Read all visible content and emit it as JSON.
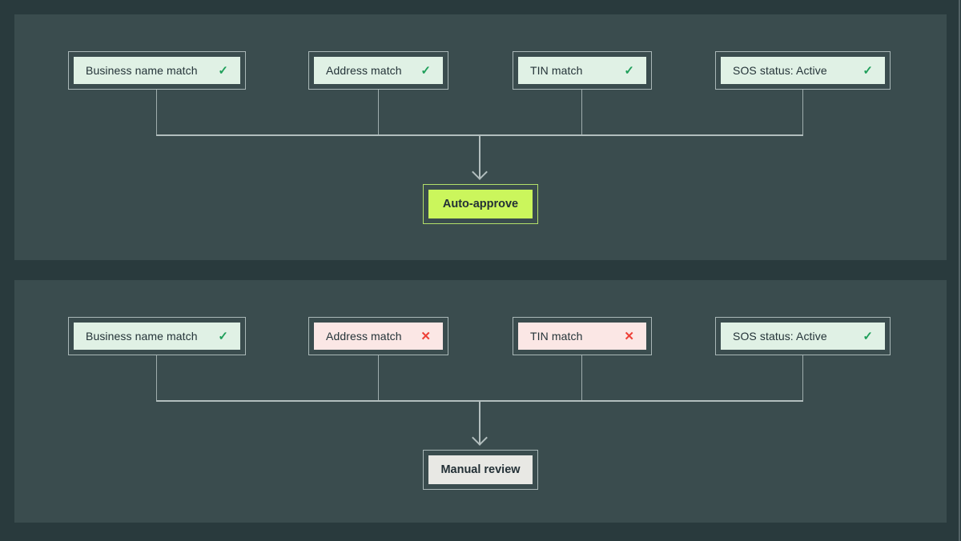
{
  "diagram": {
    "flows": [
      {
        "checks": [
          {
            "label": "Business name match",
            "status": "pass",
            "mark": "✓"
          },
          {
            "label": "Address match",
            "status": "pass",
            "mark": "✓"
          },
          {
            "label": "TIN match",
            "status": "pass",
            "mark": "✓"
          },
          {
            "label": "SOS status: Active",
            "status": "pass",
            "mark": "✓"
          }
        ],
        "outcome": {
          "label": "Auto-approve",
          "type": "approve"
        }
      },
      {
        "checks": [
          {
            "label": "Business name match",
            "status": "pass",
            "mark": "✓"
          },
          {
            "label": "Address match",
            "status": "fail",
            "mark": "✕"
          },
          {
            "label": "TIN match",
            "status": "fail",
            "mark": "✕"
          },
          {
            "label": "SOS status: Active",
            "status": "pass",
            "mark": "✓"
          }
        ],
        "outcome": {
          "label": "Manual review",
          "type": "review"
        }
      }
    ],
    "colors": {
      "page_background": "#293a3d",
      "panel_background": "#3a4c4e",
      "node_border": "#a9b7b7",
      "pass_fill": "#e0f1e5",
      "pass_mark": "#1f9f5a",
      "fail_fill": "#fbe7e5",
      "fail_mark": "#ee4037",
      "approve_fill": "#cbf65c",
      "approve_border": "#b3e06a",
      "review_fill": "#e8e8e4",
      "connector": "#b2bebe",
      "text": "#243338"
    }
  }
}
